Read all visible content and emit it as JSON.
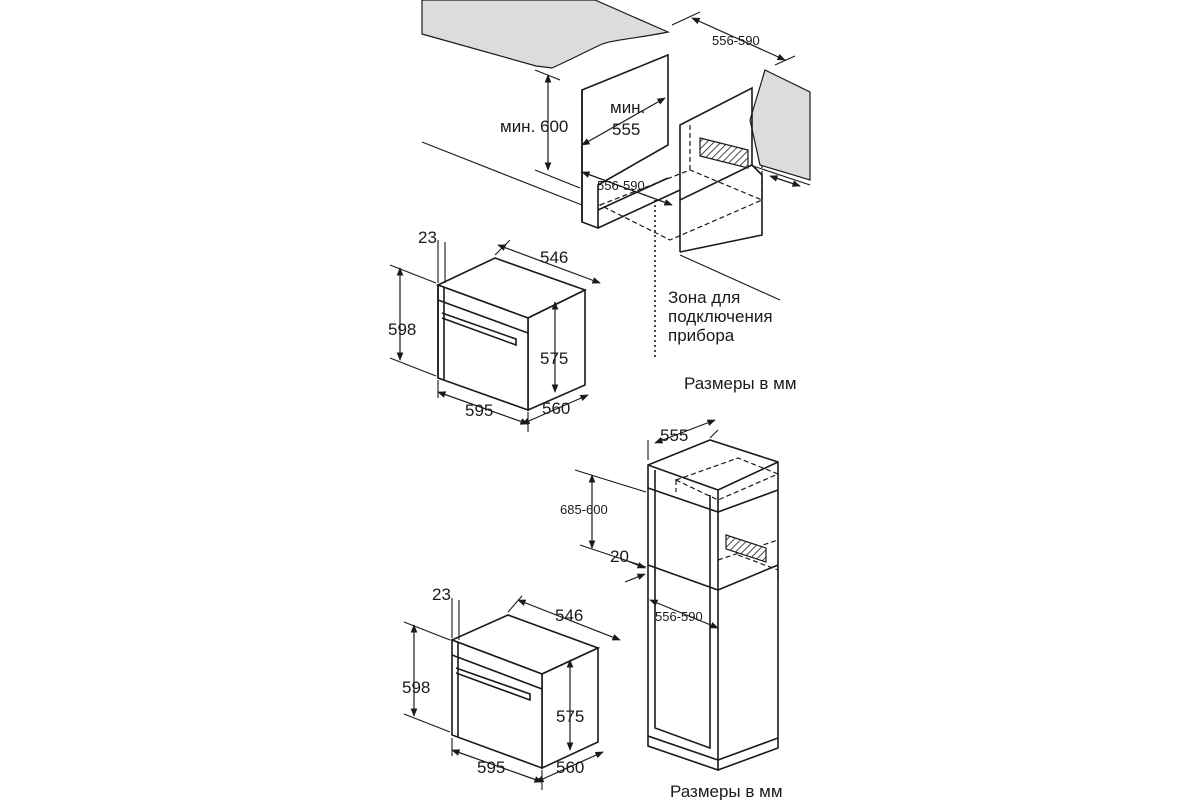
{
  "diagram_title": "",
  "cabinet_top": {
    "width_range": "556-590",
    "min_label": "мин.",
    "min_600_label": "мин. 600",
    "depth_555": "555",
    "bottom_range": "556-590",
    "zone_label_1": "Зона для",
    "zone_label_2": "подключения",
    "zone_label_3": "прибора"
  },
  "oven_top": {
    "panel_23": "23",
    "depth_546": "546",
    "height_598": "598",
    "inner_575": "575",
    "width_595": "595",
    "depth_560": "560"
  },
  "units_top": "Размеры в мм",
  "tall_cabinet": {
    "depth_555": "555",
    "height_range": "685-600",
    "gap_20": "20",
    "width_range": "556-590"
  },
  "oven_bottom": {
    "panel_23": "23",
    "depth_546": "546",
    "height_598": "598",
    "inner_575": "575",
    "width_595": "595",
    "depth_560": "560"
  },
  "units_bottom": "Размеры в мм",
  "colors": {
    "line": "#1a1a1a",
    "countertop": "#dcdcdc",
    "background": "#ffffff"
  }
}
